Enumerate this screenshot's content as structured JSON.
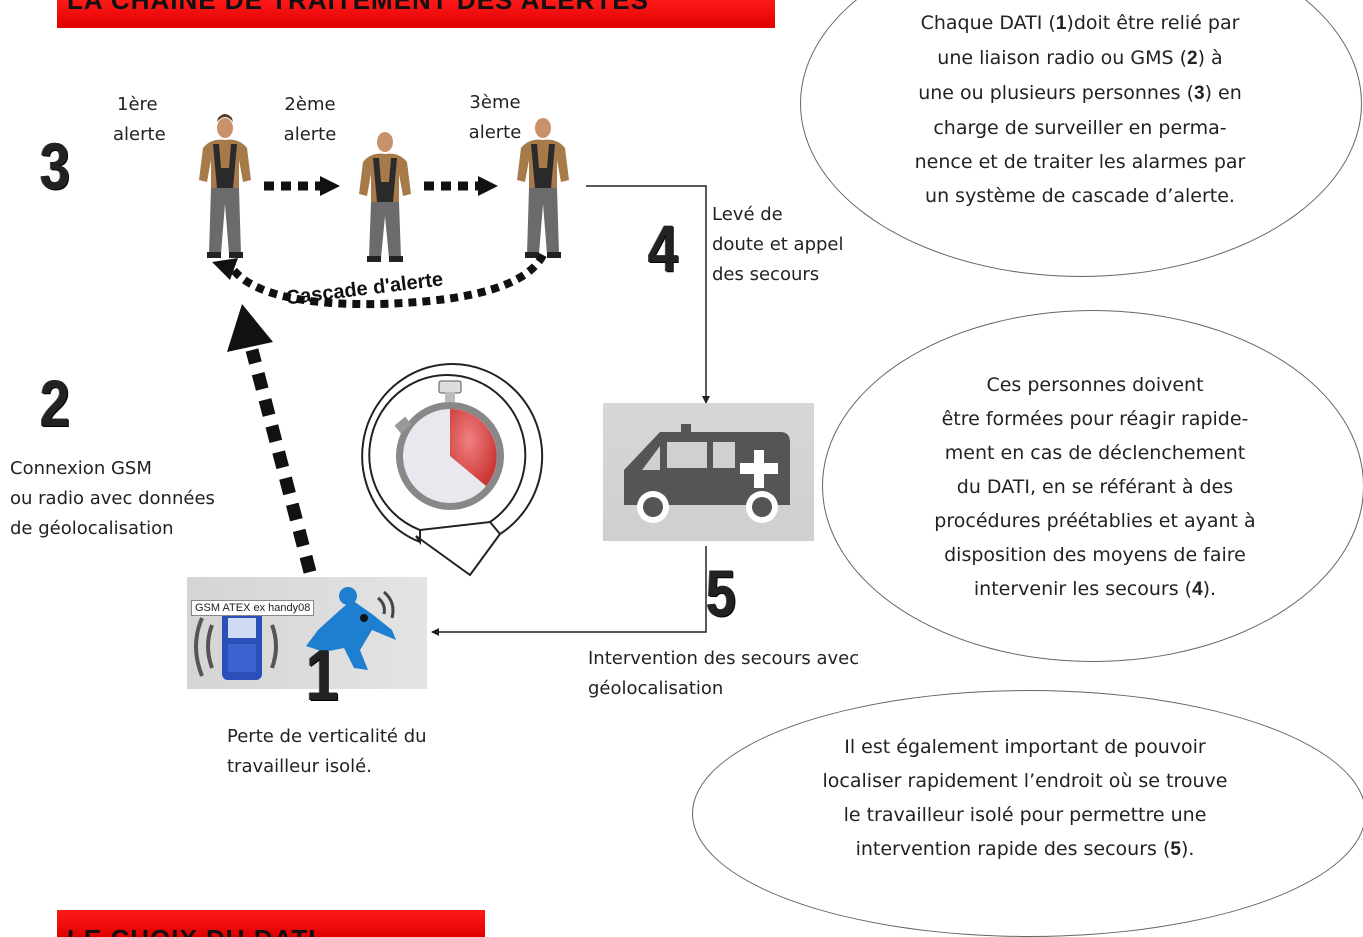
{
  "banner_top": "LA CHAÎNE DE TRAITEMENT DES ALERTES",
  "banner_bottom": "LE CHOIX DU DATI",
  "numbers": {
    "n1": "1",
    "n2": "2",
    "n3": "3",
    "n4": "4",
    "n5": "5"
  },
  "alerts": {
    "a1": [
      "1ère",
      "alerte"
    ],
    "a2": [
      "2ème",
      "alerte"
    ],
    "a3": [
      "3ème",
      "alerte"
    ]
  },
  "cascade_label": "Cascade d'alerte",
  "step4_label": [
    "Levé de",
    "doute et appel",
    "des secours"
  ],
  "step2_label": [
    "Connexion GSM",
    "ou radio avec données",
    "de géolocalisation"
  ],
  "step5_label": [
    "Intervention des secours avec",
    "géolocalisation"
  ],
  "step1_label": [
    "Perte de verticalité du",
    "travailleur isolé."
  ],
  "device_tooltip": "GSM ATEX ex handy08",
  "bubble1": {
    "l1a": "Chaque DATI (",
    "l1n": "1",
    "l1b": ")doit être relié par",
    "l2a": "une liaison radio ou GMS (",
    "l2n": "2",
    "l2b": ") à",
    "l3a": "une ou plusieurs personnes (",
    "l3n": "3",
    "l3b": ") en",
    "l4": "charge de surveiller en perma-",
    "l5": "nence et de traiter les alarmes par",
    "l6": "un système de cascade d’alerte."
  },
  "bubble2": {
    "l1": "Ces personnes doivent",
    "l2": "être formées pour réagir rapide-",
    "l3": "ment en cas de déclenchement",
    "l4": "du DATI, en se référant à des",
    "l5": "procédures préétablies et ayant à",
    "l6": "disposition des moyens de faire",
    "l7a": "intervenir les secours (",
    "l7n": "4",
    "l7b": ")."
  },
  "bubble3": {
    "l1": "Il est également important de pouvoir",
    "l2": "localiser rapidement l’endroit où se trouve",
    "l3": "le travailleur isolé pour permettre une",
    "l4a": "intervention rapide des secours (",
    "l4n": "5",
    "l4b": ")."
  },
  "colors": {
    "banner": "#ff1a1a",
    "timer_red": "#e04040",
    "ambulance": "#555555",
    "person_shirt": "#a77a4a",
    "person_overall": "#6b6b6b",
    "fall_person": "#1e7fd0"
  },
  "icons": [
    "worker-figure",
    "dotted-arrow",
    "stopwatch-icon",
    "ambulance-icon",
    "phone-icon",
    "falling-person-icon"
  ]
}
